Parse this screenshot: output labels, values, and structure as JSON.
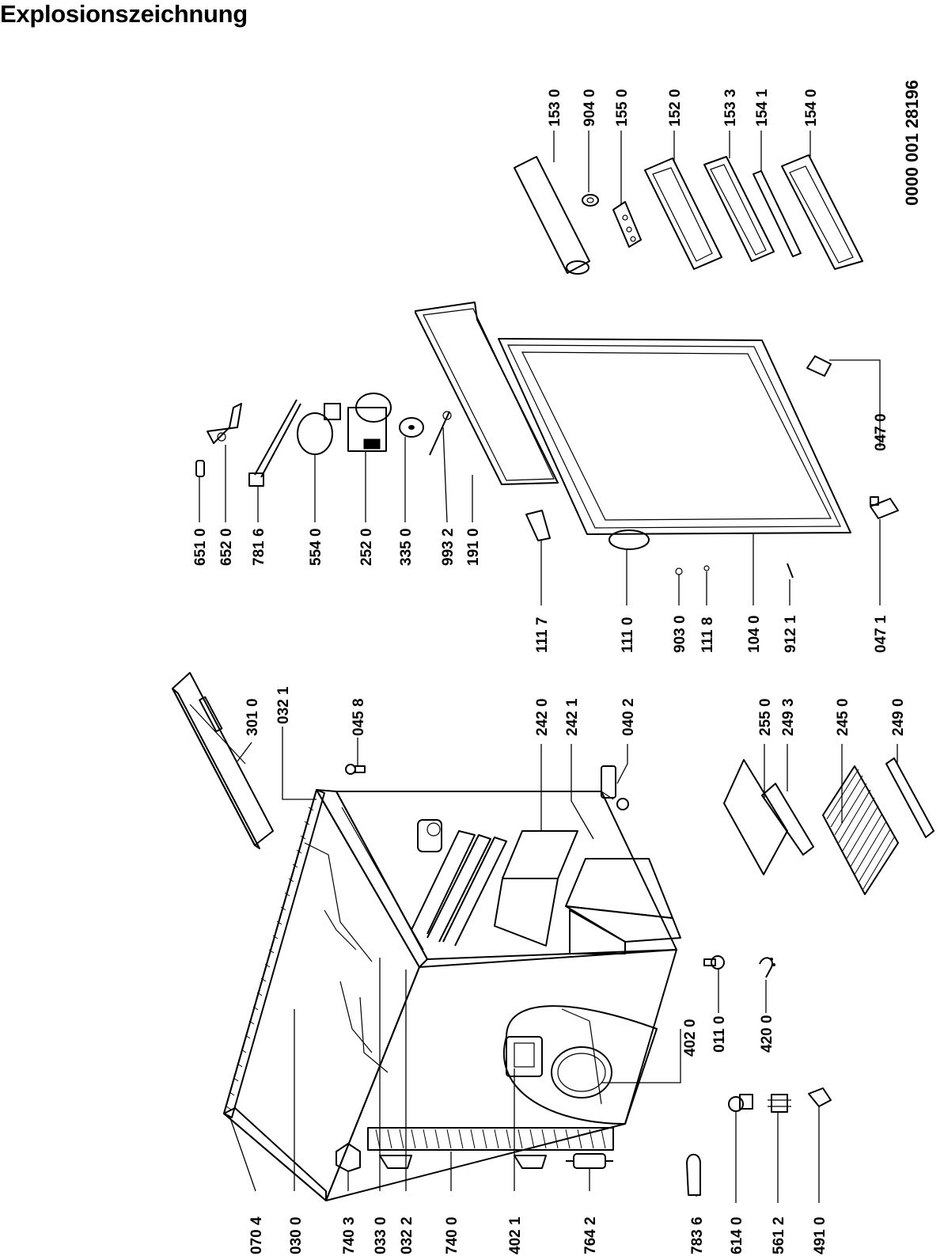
{
  "title": "Explosionszeichnung",
  "document_code": "0000 001 28196",
  "callouts": {
    "p0704": "070 4",
    "p0300": "030 0",
    "p7403": "740 3",
    "p0330": "033 0",
    "p0322": "032 2",
    "p7400": "740 0",
    "p4021": "402 1",
    "p7642": "764 2",
    "p7836": "783 6",
    "p6140": "614 0",
    "p5612": "561 2",
    "p4910": "491 0",
    "p4020": "402 0",
    "p0110": "011 0",
    "p4200": "420 0",
    "p3010": "301 0",
    "p0321": "032 1",
    "p0458": "045 8",
    "p2420": "242 0",
    "p2421": "242 1",
    "p0402": "040 2",
    "p2550": "255 0",
    "p2493": "249 3",
    "p2450": "245 0",
    "p2490": "249 0",
    "p6510": "651 0",
    "p6520": "652 0",
    "p7816": "781 6",
    "p5540": "554 0",
    "p2520": "252 0",
    "p3350": "335 0",
    "p9932": "993 2",
    "p1910": "191 0",
    "p1117": "111 7",
    "p1110": "111 0",
    "p9030": "903 0",
    "p1118": "111 8",
    "p1040": "104 0",
    "p9121": "912 1",
    "p0471": "047 1",
    "p0470": "047 0",
    "p1530": "153 0",
    "p9040": "904 0",
    "p1550": "155 0",
    "p1520": "152 0",
    "p1533": "153 3",
    "p1541": "154 1",
    "p1540": "154 0"
  }
}
